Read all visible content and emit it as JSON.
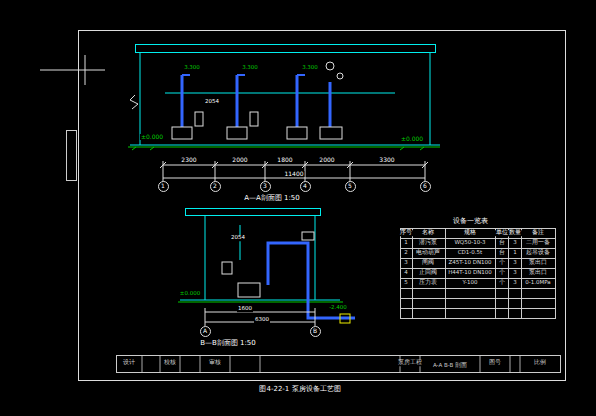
{
  "diagram": {
    "title": "图4-22-1 泵房设备工艺图",
    "nodes": [
      {
        "text": [
          "1"
        ]
      },
      {
        "text": [
          "2"
        ]
      },
      {
        "text": [
          "3"
        ]
      },
      {
        "text": [
          "4"
        ]
      },
      {
        "text": [
          "5"
        ]
      },
      {
        "text": [
          "6"
        ]
      },
      {
        "text": [
          "A"
        ]
      },
      {
        "text": [
          "B"
        ]
      }
    ],
    "labels": [
      "A—A剖面图 1:50",
      "B—B剖面图 1:50",
      "设备一览表",
      "序号",
      "名称",
      "规格",
      "单位",
      "数量",
      "备注",
      "1",
      "潜污泵",
      "WQ50-10-3",
      "台",
      "3",
      "二用一备",
      "2",
      "电动葫芦",
      "CD1-0.5t",
      "台",
      "1",
      "起吊设备",
      "3",
      "闸阀",
      "Z45T-10 DN100",
      "个",
      "3",
      "泵出口",
      "4",
      "止回阀",
      "H44T-10 DN100",
      "个",
      "3",
      "泵出口",
      "5",
      "压力表",
      "Y-100",
      "个",
      "3",
      "0-1.0MPa",
      "2300",
      "2000",
      "1800",
      "2000",
      "3300",
      "11400",
      "±0.000",
      "±0.000",
      "3.300",
      "3.300",
      "3.300",
      "2054",
      "2054",
      "1600",
      "6300",
      "-2.400",
      "±0.000",
      "设计",
      "校核",
      "审核",
      "泵房工程",
      "A-A B-B 剖面",
      "图号",
      "比例"
    ]
  }
}
